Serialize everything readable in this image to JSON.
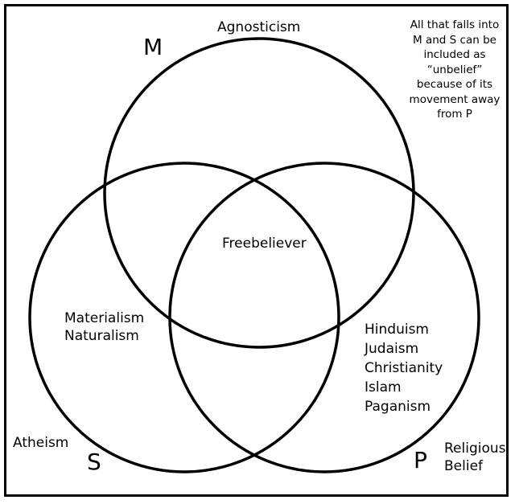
{
  "circles": {
    "M": {
      "letter": "M"
    },
    "S": {
      "letter": "S"
    },
    "P": {
      "letter": "P"
    }
  },
  "labels": {
    "top": "Agnosticism",
    "center": "Freebeliever",
    "left_overlap": [
      "Materialism",
      "Naturalism"
    ],
    "right_overlap": [
      "Hinduism",
      "Judaism",
      "Christianity",
      "Islam",
      "Paganism"
    ],
    "outside_left": "Atheism",
    "outside_right": [
      "Religious",
      "Belief"
    ]
  },
  "note": {
    "lines": [
      "All that falls into",
      "M and S can be",
      "included as",
      "“unbelief”",
      "because of its",
      "movement away",
      "from P"
    ]
  },
  "colors": {
    "stroke": "#000000",
    "background": "#ffffff"
  }
}
